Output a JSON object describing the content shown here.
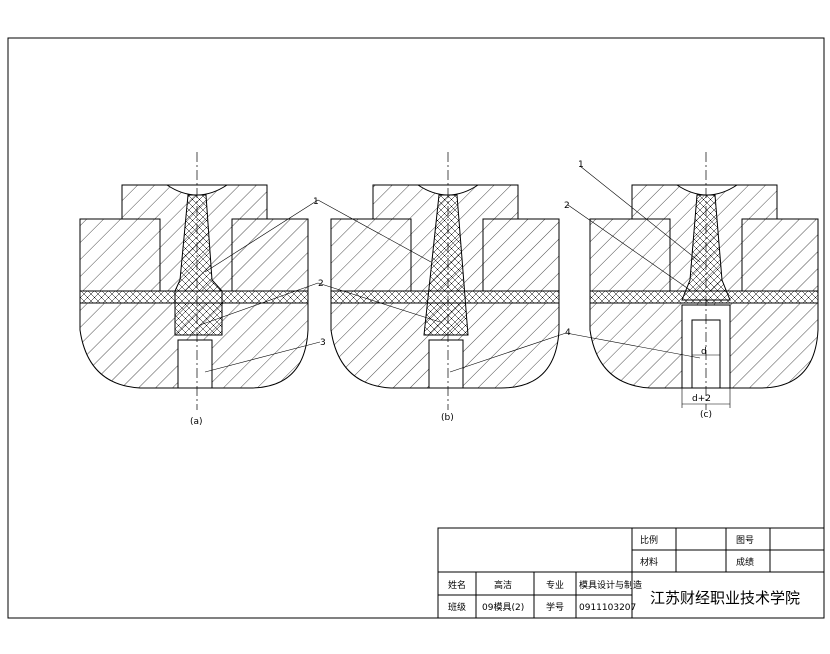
{
  "labels": {
    "a": "(a)",
    "b": "(b)",
    "c": "(c)",
    "n1": "1",
    "n2": "2",
    "n3": "3",
    "n4": "4",
    "d": "d",
    "d2": "d+2"
  },
  "title_block": {
    "scale_label": "比例",
    "drawing_no_label": "图号",
    "material_label": "材料",
    "grade_label": "成绩",
    "name_label": "姓名",
    "name_value": "高洁",
    "major_label": "专业",
    "major_value": "模具设计与制造",
    "class_label": "班级",
    "class_value": "09模具(2)",
    "student_id_label": "学号",
    "student_id_value": "0911103207",
    "school": "江苏财经职业技术学院"
  }
}
